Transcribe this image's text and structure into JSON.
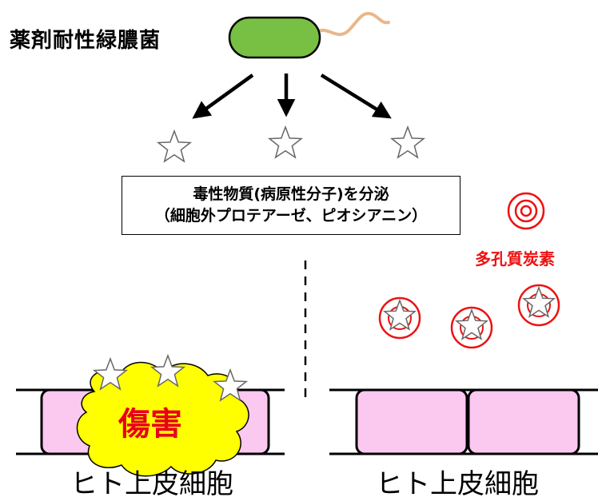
{
  "bacteria_label": "薬剤耐性緑膿菌",
  "secretion": {
    "line1": "毒性物質(病原性分子)を分泌",
    "line2": "（細胞外プロテアーゼ、ピオシアニン）"
  },
  "carbon_label": "多孔質炭素",
  "damage_label": "傷害",
  "cell_label_left": "ヒト上皮細胞",
  "cell_label_right": "ヒト上皮細胞",
  "colors": {
    "bacteria_fill": "#77c043",
    "flagellum": "#e8b88a",
    "cell_fill": "#fbc8f0",
    "damage_cloud": "#ffff00",
    "damage_text": "#e8001a",
    "carbon_ring": "#ee1111"
  }
}
